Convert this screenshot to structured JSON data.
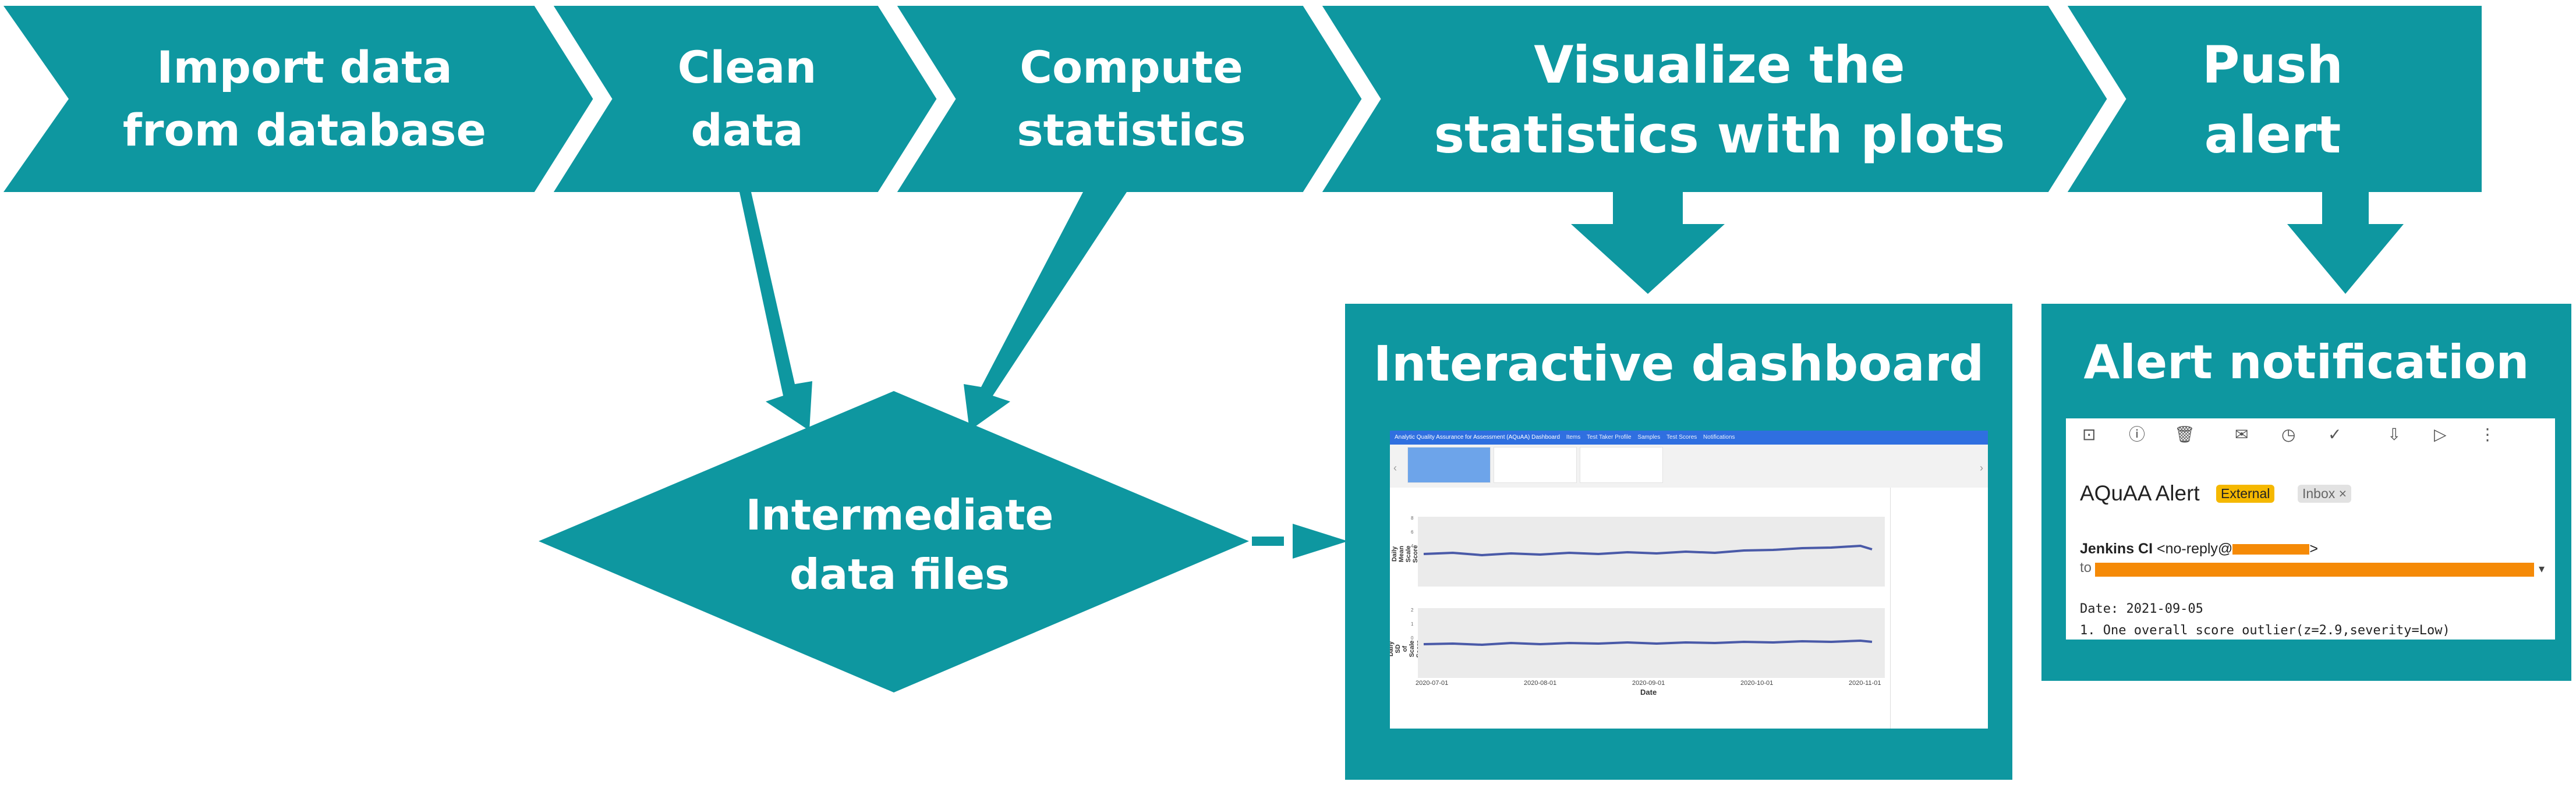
{
  "steps": [
    {
      "line1": "Import data",
      "line2": "from database"
    },
    {
      "line1": "Clean",
      "line2": "data"
    },
    {
      "line1": "Compute",
      "line2": "statistics"
    },
    {
      "line1": "Visualize the",
      "line2": "statistics with plots"
    },
    {
      "line1": "Push",
      "line2": "alert"
    }
  ],
  "intermediate": {
    "line1": "Intermediate",
    "line2": "data files"
  },
  "dashboard": {
    "title": "Interactive dashboard",
    "app_title": "Analytic Quality Assurance for Assessment (AQuAA) Dashboard",
    "nav": [
      "Items",
      "Test Taker Profile",
      "Samples",
      "Test Scores",
      "Notifications"
    ],
    "y_label_1": "Daily Mean\nScale Score",
    "y_label_2": "Daily SD\nof Scale Score",
    "x_ticks": [
      "2020-07-01",
      "2020-08-01",
      "2020-09-01",
      "2020-10-01",
      "2020-11-01"
    ],
    "x_label": "Date"
  },
  "alert": {
    "title": "Alert notification",
    "subject": "AQuAA Alert",
    "chip_external": "External",
    "chip_inbox": "Inbox ×",
    "sender_name": "Jenkins CI",
    "sender_prefix": "<no-reply@",
    "sender_suffix": ">",
    "to": "to",
    "date_line": "Date: 2021-09-05",
    "body_line": "1. One overall score outlier(z=2.9,severity=Low)"
  },
  "colors": {
    "teal": "#0e97a0",
    "highlight": "#f58a07"
  }
}
